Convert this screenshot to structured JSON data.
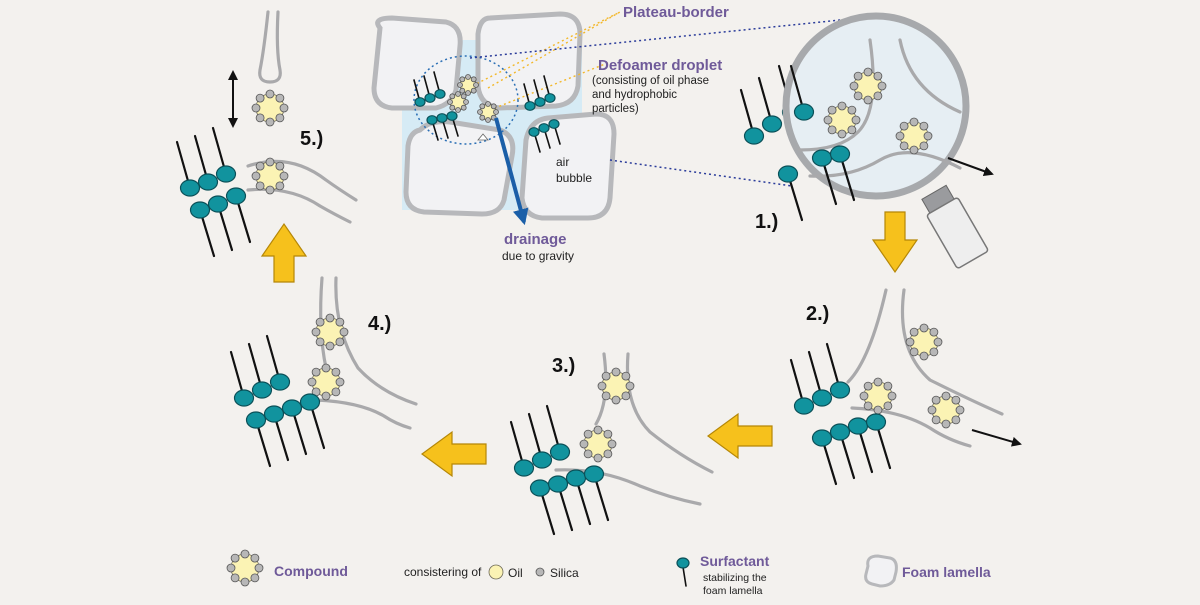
{
  "labels": {
    "plateau_border": "Plateau-border",
    "defoamer_droplet": "Defoamer droplet",
    "defoamer_sub": [
      "(consisting of oil phase",
      "and hydrophobic",
      "particles)"
    ],
    "air": "air",
    "bubble": "bubble",
    "drainage": "drainage",
    "drainage_sub": "due to gravity"
  },
  "steps": [
    "1.)",
    "2.)",
    "3.)",
    "4.)",
    "5.)"
  ],
  "legend": {
    "compound": "Compound",
    "consisting_of": "consistering of",
    "oil": "Oil",
    "silica": "Silica",
    "surfactant": "Surfactant",
    "surfactant_sub": [
      "stabilizing the",
      "foam lamella"
    ],
    "foam_lamella": "Foam lamella"
  },
  "colors": {
    "background": "#f3f1ee",
    "surfactant": "#11939e",
    "oil": "#fbf3b4",
    "silica": "#b7b7b7",
    "arrow": "#f6c11c",
    "label": "#6f5a99",
    "drainage": "#1b5fa8"
  }
}
